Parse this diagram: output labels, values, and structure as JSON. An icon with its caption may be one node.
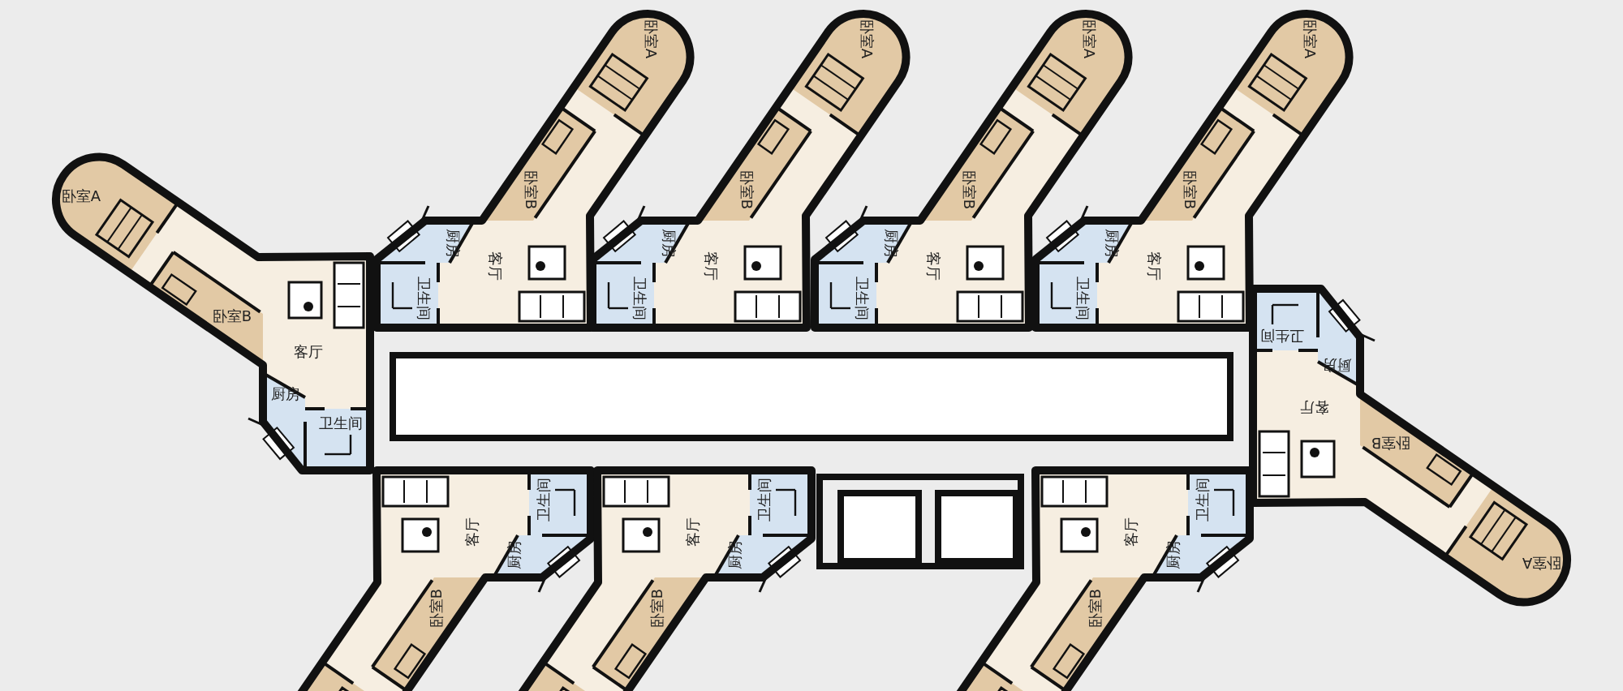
{
  "diagram": {
    "nodes": [
      {
        "text": [
          "卧室A"
        ]
      },
      {
        "text": [
          "卧室B"
        ]
      },
      {
        "text": [
          "厨房"
        ]
      },
      {
        "text": [
          "客厅"
        ]
      },
      {
        "text": [
          "卫生间"
        ]
      },
      {
        "text": [
          "卧室A"
        ]
      },
      {
        "text": [
          "卧室B"
        ]
      },
      {
        "text": [
          "厨房"
        ]
      },
      {
        "text": [
          "客厅"
        ]
      },
      {
        "text": [
          "卫生间"
        ]
      },
      {
        "text": [
          "卧室A"
        ]
      },
      {
        "text": [
          "卧室B"
        ]
      },
      {
        "text": [
          "厨房"
        ]
      },
      {
        "text": [
          "客厅"
        ]
      },
      {
        "text": [
          "卫生间"
        ]
      },
      {
        "text": [
          "卧室A"
        ]
      },
      {
        "text": [
          "卧室B"
        ]
      },
      {
        "text": [
          "厨房"
        ]
      },
      {
        "text": [
          "客厅"
        ]
      },
      {
        "text": [
          "卫生间"
        ]
      },
      {
        "text": [
          "卧室A"
        ]
      },
      {
        "text": [
          "卧室B"
        ]
      },
      {
        "text": [
          "厨房"
        ]
      },
      {
        "text": [
          "客厅"
        ]
      },
      {
        "text": [
          "卫生间"
        ]
      },
      {
        "text": [
          "卧室A"
        ]
      },
      {
        "text": [
          "卧室B"
        ]
      },
      {
        "text": [
          "厨房"
        ]
      },
      {
        "text": [
          "客厅"
        ]
      },
      {
        "text": [
          "卫生间"
        ]
      },
      {
        "text": [],
        "shape": "box"
      },
      {
        "text": [
          "卧室B"
        ]
      },
      {
        "text": [
          "厨房"
        ]
      },
      {
        "text": [
          "客厅"
        ]
      },
      {
        "text": [
          "卫生间"
        ]
      },
      {
        "text": [
          "卧室B"
        ]
      },
      {
        "text": [
          "厨房"
        ]
      },
      {
        "text": [
          "客厅"
        ]
      },
      {
        "text": [
          "卫生间"
        ]
      },
      {
        "text": [
          "卧室B"
        ]
      },
      {
        "text": [
          "厨房"
        ]
      },
      {
        "text": [
          "客厅"
        ]
      },
      {
        "text": [
          "卫生间"
        ]
      },
      {
        "text": [],
        "shape": "box"
      },
      {
        "text": [],
        "shape": "box",
        "in": 43
      },
      {
        "text": [],
        "shape": "box",
        "in": 43
      }
    ]
  }
}
